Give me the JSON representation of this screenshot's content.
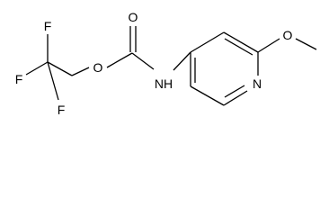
{
  "structure": {
    "atoms": {
      "f_top": "F",
      "f_left": "F",
      "f_bottom": "F",
      "o_ester": "O",
      "o_carbonyl": "O",
      "nh": "NH",
      "n_ring": "N",
      "o_methoxy": "O"
    }
  },
  "colors": {
    "bond": "#000000",
    "text": "#000000",
    "background": "#ffffff"
  }
}
